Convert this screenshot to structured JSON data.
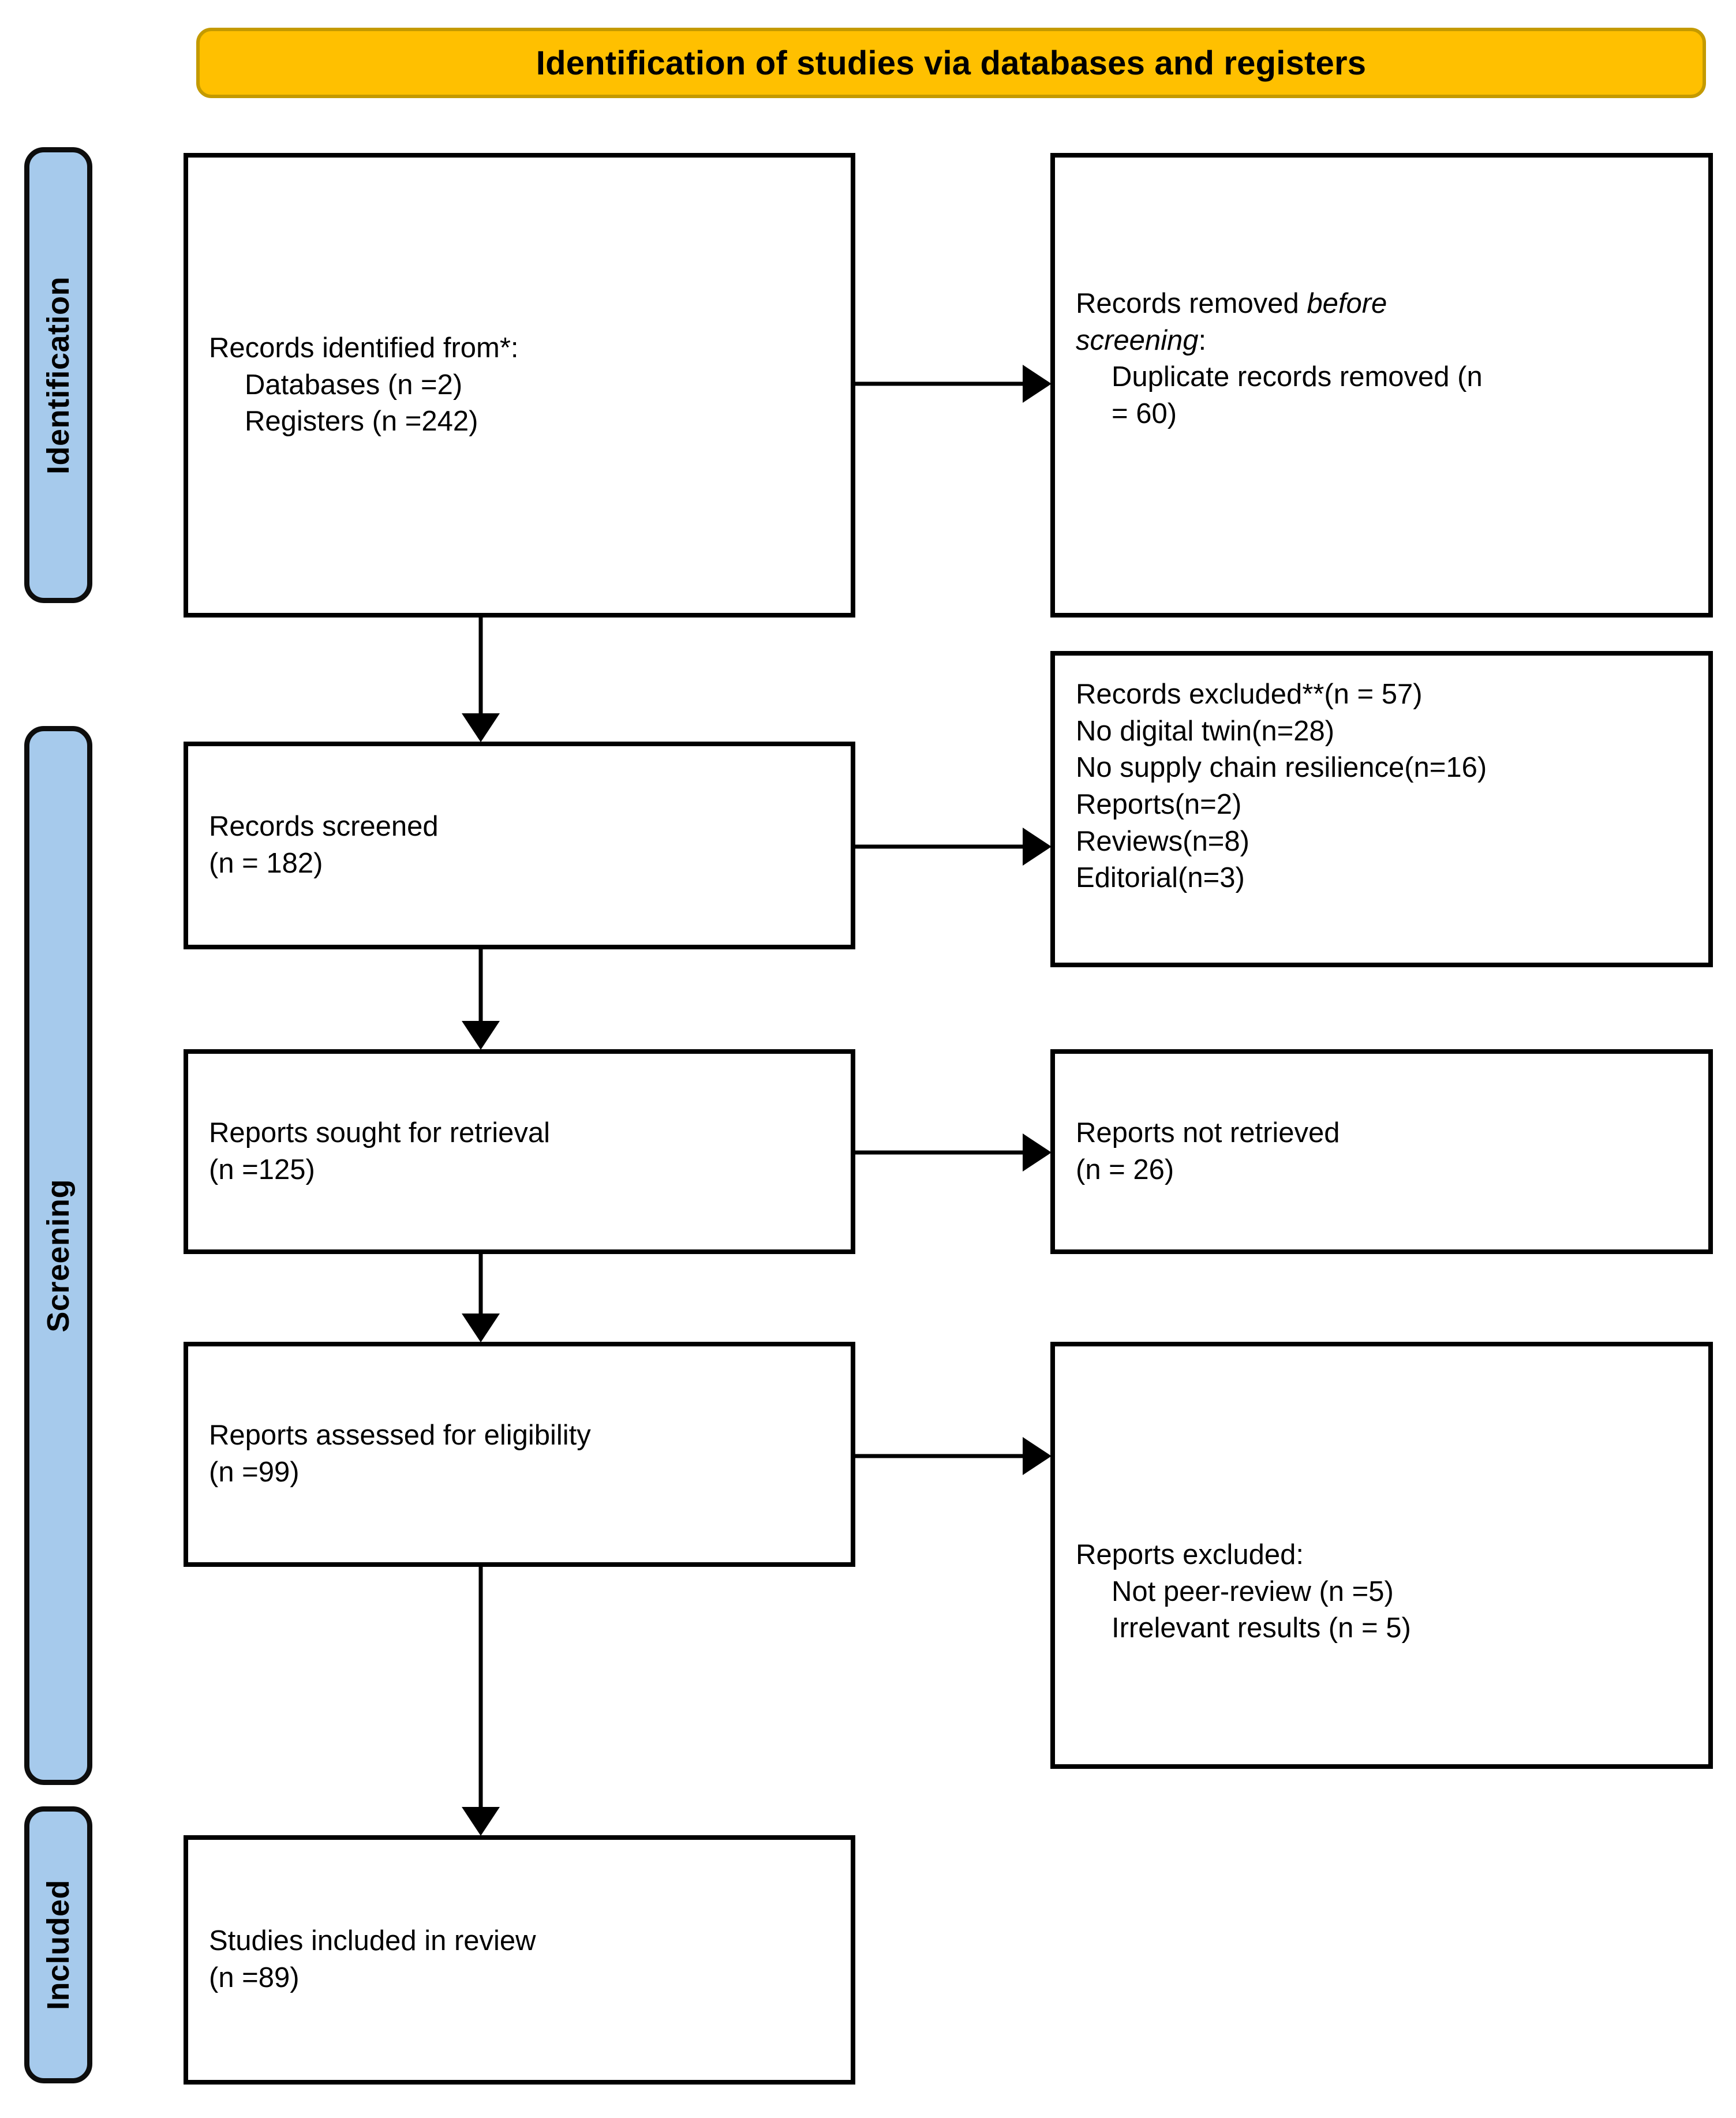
{
  "banner": {
    "title": "Identification of studies via databases and registers",
    "bg_color": "#FFC000",
    "border_color": "#C49A00"
  },
  "stages": {
    "bg_color": "#A6CAEC",
    "identification": "Identification",
    "screening": "Screening",
    "included": "Included"
  },
  "boxes": {
    "identified": {
      "line1": "Records identified from*:",
      "line2": "Databases (n =2)",
      "line3": "Registers (n =242)"
    },
    "removed": {
      "line1_prefix": "Records removed ",
      "line1_italic": "before",
      "line2_italic": "screening",
      "line2_suffix": ":",
      "line3": "Duplicate records removed (n",
      "line4": "= 60)"
    },
    "screened": {
      "line1": "Records screened",
      "line2": "(n = 182)"
    },
    "records_excluded": {
      "line1": "Records excluded**(n = 57)",
      "line2": "No digital twin(n=28)",
      "line3": "No supply chain resilience(n=16)",
      "line4": "Reports(n=2)",
      "line5": "Reviews(n=8)",
      "line6": "Editorial(n=3)"
    },
    "sought": {
      "line1": "Reports sought for retrieval",
      "line2": "(n =125)"
    },
    "not_retrieved": {
      "line1": "Reports not retrieved",
      "line2": "(n = 26)"
    },
    "assessed": {
      "line1": "Reports assessed for eligibility",
      "line2": "(n =99)"
    },
    "reports_excluded": {
      "line1": "Reports excluded:",
      "line2": "Not peer-review (n =5)",
      "line3": "Irrelevant results (n = 5)"
    },
    "included": {
      "line1": "Studies included in review",
      "line2": "(n =89)"
    }
  },
  "chart_data": {
    "type": "diagram",
    "title": "Identification of studies via databases and registers",
    "nodes": [
      {
        "id": "identified",
        "stage": "Identification",
        "column": "left",
        "label": "Records identified from*:",
        "counts": {
          "Databases": 2,
          "Registers": 242
        }
      },
      {
        "id": "removed",
        "stage": "Identification",
        "column": "right",
        "label": "Records removed before screening:",
        "counts": {
          "Duplicate records removed": 60
        }
      },
      {
        "id": "screened",
        "stage": "Screening",
        "column": "left",
        "label": "Records screened",
        "counts": {
          "n": 182
        }
      },
      {
        "id": "records_excluded",
        "stage": "Screening",
        "column": "right",
        "label": "Records excluded**",
        "counts": {
          "total": 57,
          "No digital twin": 28,
          "No supply chain resilience": 16,
          "Reports": 2,
          "Reviews": 8,
          "Editorial": 3
        }
      },
      {
        "id": "sought",
        "stage": "Screening",
        "column": "left",
        "label": "Reports sought for retrieval",
        "counts": {
          "n": 125
        }
      },
      {
        "id": "not_retrieved",
        "stage": "Screening",
        "column": "right",
        "label": "Reports not retrieved",
        "counts": {
          "n": 26
        }
      },
      {
        "id": "assessed",
        "stage": "Screening",
        "column": "left",
        "label": "Reports assessed for eligibility",
        "counts": {
          "n": 99
        }
      },
      {
        "id": "reports_excluded",
        "stage": "Screening",
        "column": "right",
        "label": "Reports excluded:",
        "counts": {
          "Not peer-review": 5,
          "Irrelevant results": 5
        }
      },
      {
        "id": "included",
        "stage": "Included",
        "column": "left",
        "label": "Studies included in review",
        "counts": {
          "n": 89
        }
      }
    ],
    "edges": [
      {
        "from": "identified",
        "to": "removed",
        "direction": "right"
      },
      {
        "from": "identified",
        "to": "screened",
        "direction": "down"
      },
      {
        "from": "screened",
        "to": "records_excluded",
        "direction": "right"
      },
      {
        "from": "screened",
        "to": "sought",
        "direction": "down"
      },
      {
        "from": "sought",
        "to": "not_retrieved",
        "direction": "right"
      },
      {
        "from": "sought",
        "to": "assessed",
        "direction": "down"
      },
      {
        "from": "assessed",
        "to": "reports_excluded",
        "direction": "right"
      },
      {
        "from": "assessed",
        "to": "included",
        "direction": "down"
      }
    ]
  }
}
